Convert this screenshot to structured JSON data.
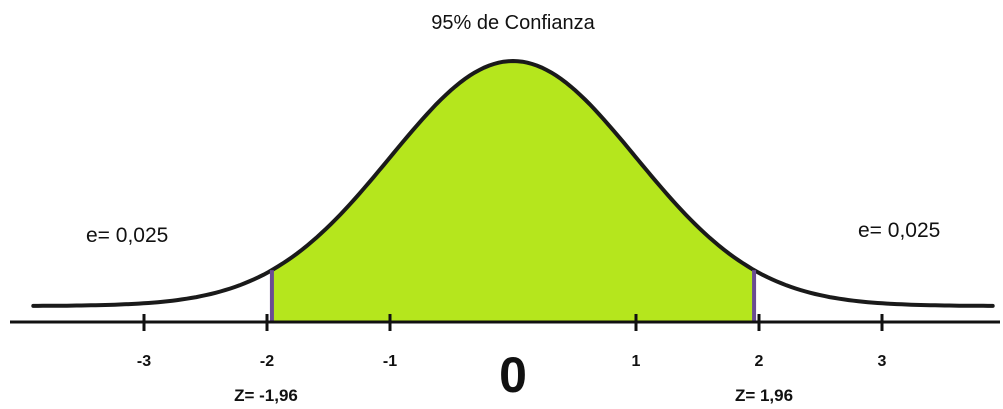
{
  "title": "95% de Confianza",
  "error_left": "e= 0,025",
  "error_right": "e= 0,025",
  "center_label": "0",
  "ticks": [
    {
      "value": -3,
      "label": "-3"
    },
    {
      "value": -2,
      "label": "-2"
    },
    {
      "value": -1,
      "label": "-1"
    },
    {
      "value": 1,
      "label": "1"
    },
    {
      "value": 2,
      "label": "2"
    },
    {
      "value": 3,
      "label": "3"
    }
  ],
  "z_left": "Z= -1,96",
  "z_right": "Z= 1,96",
  "z_critical": 1.96,
  "colors": {
    "fill": "#b5e61d",
    "curve": "#1a1a1a",
    "bounds": "#6a4c93",
    "axis": "#111111"
  }
}
